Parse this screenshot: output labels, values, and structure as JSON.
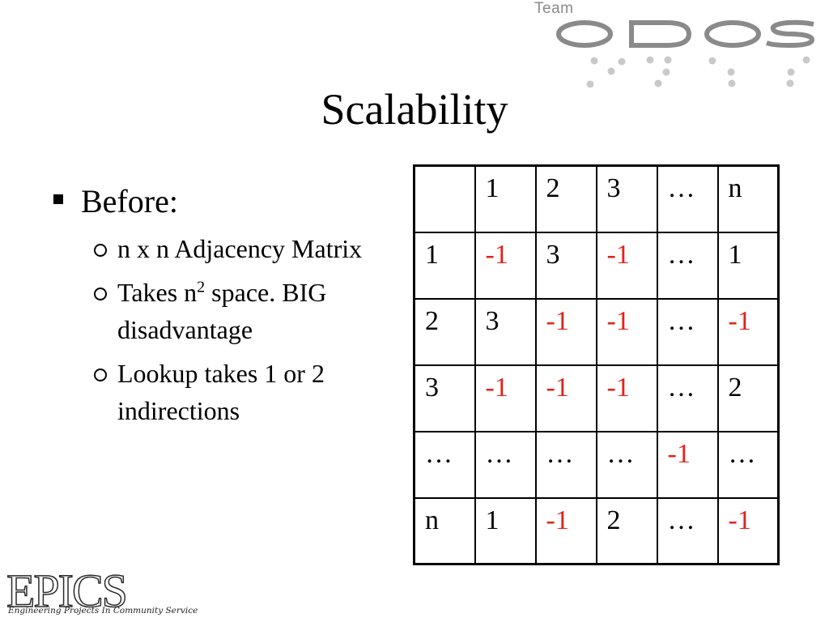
{
  "logo": {
    "team_text": "Team",
    "name_text": "ODOS"
  },
  "title": "Scalability",
  "bullets": {
    "main": "Before:",
    "sub": [
      {
        "text": "n x n Adjacency Matrix"
      },
      {
        "prefix": "Takes n",
        "sup": "2",
        "suffix": " space. BIG disadvantage"
      },
      {
        "text": "Lookup takes 1 or 2 indirections"
      }
    ]
  },
  "matrix": {
    "rows": [
      [
        "",
        "1",
        "2",
        "3",
        "…",
        "n"
      ],
      [
        "1",
        "-1",
        "3",
        "-1",
        "…",
        "1"
      ],
      [
        "2",
        "3",
        "-1",
        "-1",
        "…",
        "-1"
      ],
      [
        "3",
        "-1",
        "-1",
        "-1",
        "…",
        "2"
      ],
      [
        "…",
        "…",
        "…",
        "…",
        "-1",
        "…"
      ],
      [
        "n",
        "1",
        "-1",
        "2",
        "…",
        "-1"
      ]
    ]
  },
  "footer_logo": {
    "word": "EPICS",
    "tagline": "Engineering Projects In Community Service"
  },
  "colors": {
    "negative": "#e2231a",
    "logo_gray": "#8a8a8a"
  }
}
